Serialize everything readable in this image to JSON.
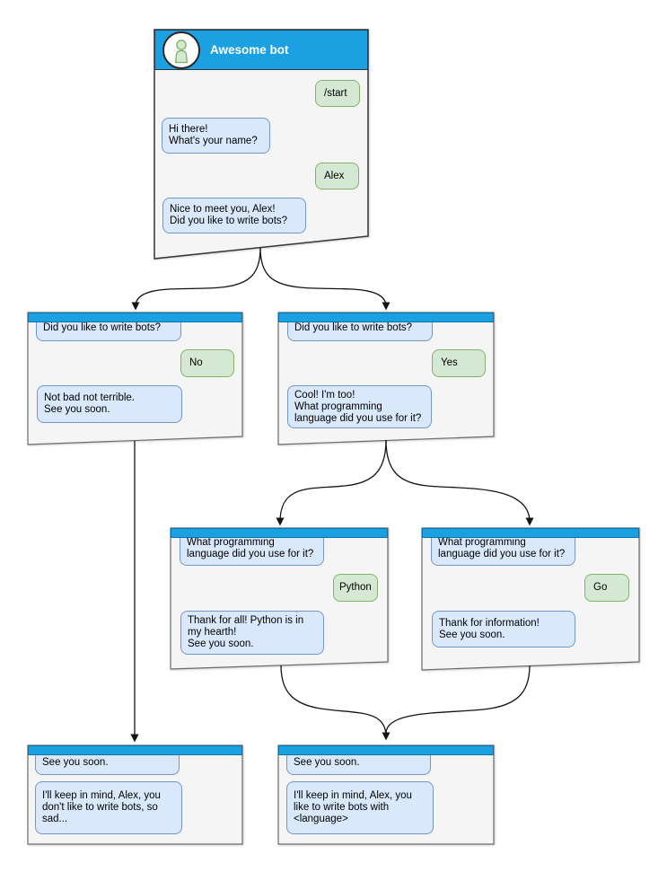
{
  "diagram": {
    "type": "chatbot-conversation-flow",
    "nodes": {
      "main": {
        "title": "Awesome bot",
        "avatar_icon": "person-icon",
        "messages": [
          {
            "from": "user",
            "text": "/start"
          },
          {
            "from": "bot",
            "text": "Hi there!\nWhat's your name?"
          },
          {
            "from": "user",
            "text": "Alex"
          },
          {
            "from": "bot",
            "text": "Nice to meet you, Alex!\nDid you like to write bots?"
          }
        ]
      },
      "branch_no": {
        "messages": [
          {
            "from": "bot",
            "text": "Did you like to write bots?"
          },
          {
            "from": "user",
            "text": "No"
          },
          {
            "from": "bot",
            "text": "Not bad not terrible.\nSee you soon."
          }
        ]
      },
      "branch_yes": {
        "messages": [
          {
            "from": "bot",
            "text": "Did you like to write bots?"
          },
          {
            "from": "user",
            "text": "Yes"
          },
          {
            "from": "bot",
            "text": "Cool! I'm too!\nWhat programming\nlanguage did you use for it?"
          }
        ]
      },
      "branch_python": {
        "messages": [
          {
            "from": "bot",
            "text": "What programming\nlanguage did you use for it?"
          },
          {
            "from": "user",
            "text": "Python"
          },
          {
            "from": "bot",
            "text": "Thank for all! Python is in\nmy hearth!\nSee you soon."
          }
        ]
      },
      "branch_go": {
        "messages": [
          {
            "from": "bot",
            "text": "What programming\nlanguage did you use for it?"
          },
          {
            "from": "user",
            "text": "Go"
          },
          {
            "from": "bot",
            "text": "Thank for information!\nSee you soon."
          }
        ]
      },
      "end_no": {
        "messages": [
          {
            "from": "bot",
            "text": "See you soon."
          },
          {
            "from": "bot",
            "text": "I'll keep in mind, Alex, you\ndon't like to write bots, so\nsad..."
          }
        ]
      },
      "end_yes": {
        "messages": [
          {
            "from": "bot",
            "text": "See you soon."
          },
          {
            "from": "bot",
            "text": "I'll keep in mind, Alex, you\nlike to write bots with\n<language>"
          }
        ]
      }
    },
    "edges": [
      {
        "from": "main",
        "to": "branch_no"
      },
      {
        "from": "main",
        "to": "branch_yes"
      },
      {
        "from": "branch_yes",
        "to": "branch_python"
      },
      {
        "from": "branch_yes",
        "to": "branch_go"
      },
      {
        "from": "branch_no",
        "to": "end_no"
      },
      {
        "from": "branch_python",
        "to": "end_yes"
      },
      {
        "from": "branch_go",
        "to": "end_yes"
      }
    ],
    "colors": {
      "header_blue": "#1BA1E2",
      "header_border": "#0A72AE",
      "bot_bubble_fill": "#DAE8FC",
      "bot_bubble_border": "#7296CC",
      "user_bubble_fill": "#D5E8D4",
      "user_bubble_border": "#82B366",
      "window_fill": "#F5F5F5",
      "window_border": "#6B6B6B",
      "connector": "#141414",
      "background": "#FFFFFF"
    }
  }
}
